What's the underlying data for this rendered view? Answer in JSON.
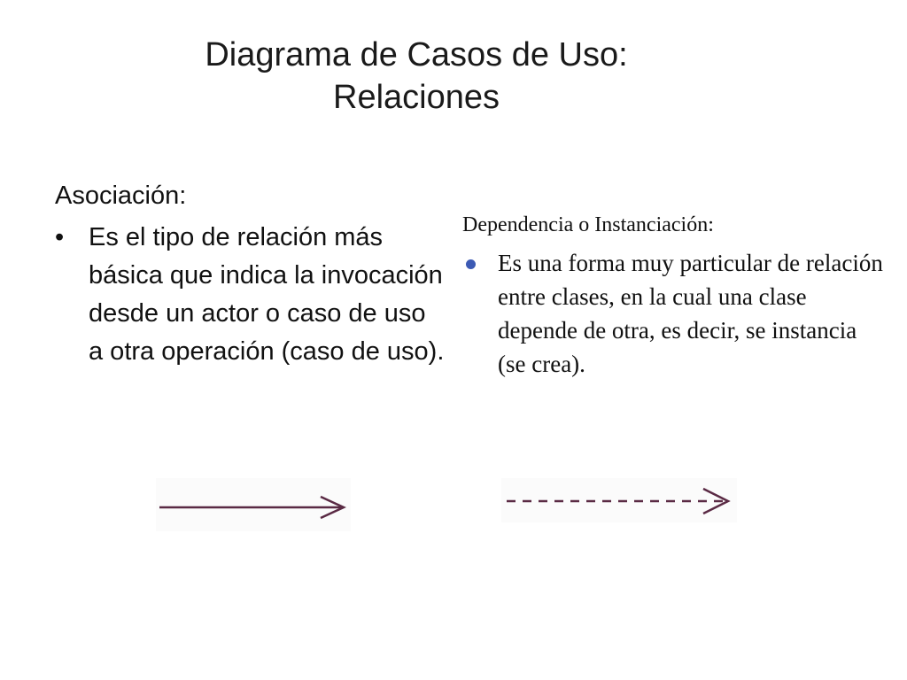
{
  "slide": {
    "title_line1": "Diagrama de Casos de Uso:",
    "title_line2": "Relaciones"
  },
  "association": {
    "heading": "Asociación:",
    "bullet_symbol": "•",
    "text": "Es el tipo de relación más básica que indica la invocación desde un actor o caso de uso a otra operación (caso de uso).",
    "arrow_color": "#5a2a44"
  },
  "dependency": {
    "heading": "Dependencia o Instanciación:",
    "bullet_color": "#3c5ab4",
    "text": "Es una forma muy particular de relación entre clases, en la cual una clase depende de otra, es decir, se instancia (se crea).",
    "arrow_color": "#5a2a44"
  }
}
